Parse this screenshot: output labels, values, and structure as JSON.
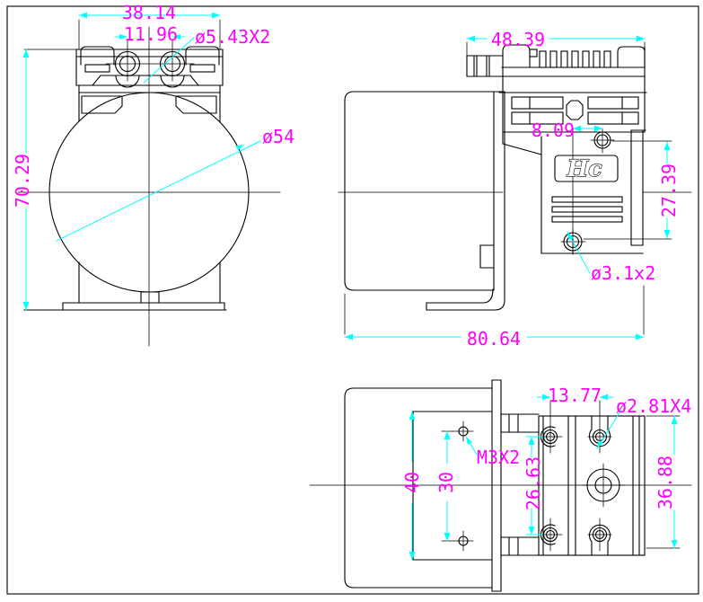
{
  "colors": {
    "outline": "#000000",
    "dimension_lines": "#00FFFF",
    "dimension_text": "#FF00FF",
    "background": "#FFFFFF"
  },
  "views": {
    "front": {
      "dim_width": "38.14",
      "dim_port_spacing": "11.96",
      "dim_port_holes": "ø5.43X2",
      "dim_motor_dia": "ø54",
      "dim_height": "70.29"
    },
    "side": {
      "dim_head_width": "48.39",
      "dim_screw_offset": "8.09",
      "dim_screw_spacing": "27.39",
      "dim_screw_holes": "ø3.1x2",
      "dim_total_length": "80.64",
      "logo": "Hc"
    },
    "bottom": {
      "dim_hole_spacing_x": "13.77",
      "dim_head_holes": "ø2.81X4",
      "dim_mount_thread": "M3X2",
      "dim_bracket_width": "40",
      "dim_mount_spacing": "30",
      "dim_hole_spacing_y": "26.63",
      "dim_head_width": "36.88"
    }
  }
}
